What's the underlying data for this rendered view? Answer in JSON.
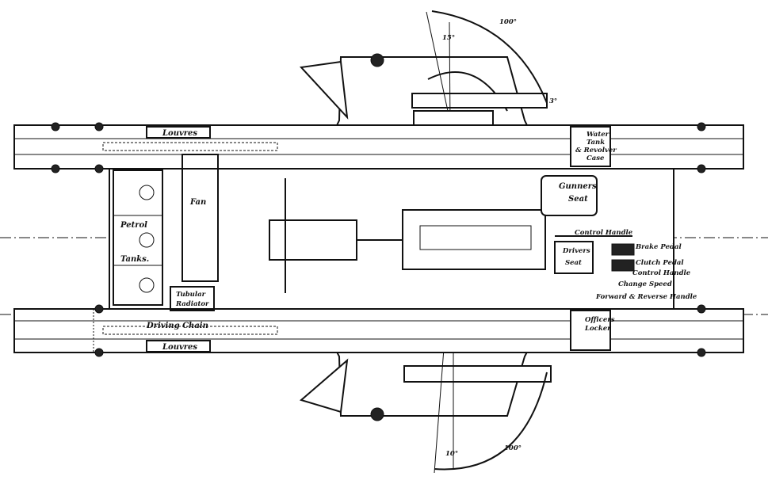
{
  "drawing": {
    "labels": {
      "louvres_top": "Louvres",
      "louvres_bottom": "Louvres",
      "water_tank_1": "Water",
      "water_tank_2": "Tank",
      "water_tank_3": "& Revolver",
      "water_tank_4": "Case",
      "gunners_seat_1": "Gunners",
      "gunners_seat_2": "Seat",
      "fan": "Fan",
      "petrol_tanks_1": "Petrol",
      "petrol_tanks_2": "Tanks.",
      "control_handle_top": "Control Handle",
      "brake_pedal": "Brake Pedal",
      "drivers_seat_1": "Drivers",
      "drivers_seat_2": "Seat",
      "clutch_pedal": "Clutch Pedal",
      "control_handle": "Control Handle",
      "change_speed": "Change Speed",
      "forward_reverse_handle": "Forward & Reverse Handle",
      "tubular_radiator_1": "Tubular",
      "tubular_radiator_2": "Radiator",
      "driving_chain": "Driving Chain",
      "officers_locker_1": "Officers",
      "officers_locker_2": "Locker"
    },
    "angles": {
      "top_elevation": "15°",
      "top_traverse": "100°",
      "top_depression": "3°",
      "bottom_elevation": "10°",
      "bottom_traverse": "100°"
    }
  }
}
